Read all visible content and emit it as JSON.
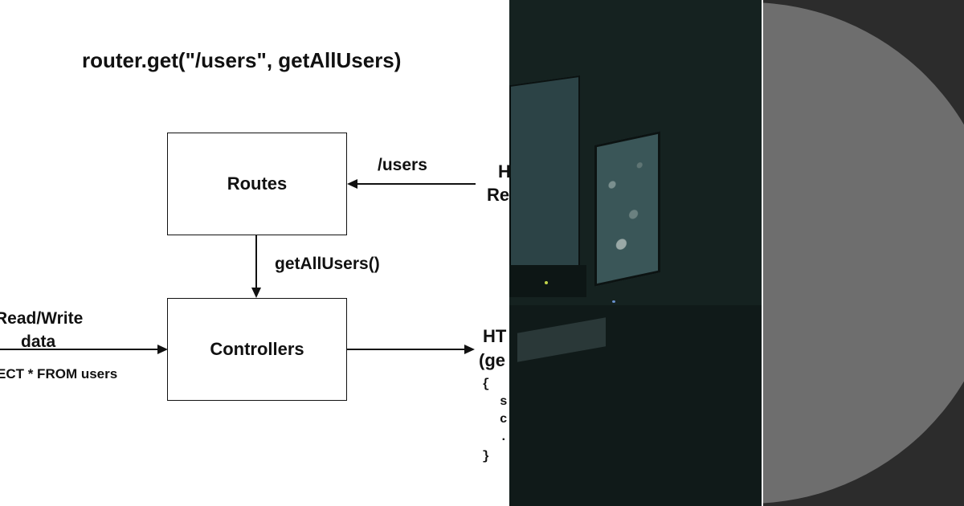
{
  "diagram": {
    "code_title": "router.get(\"/users\", getAllUsers)",
    "routes_label": "Routes",
    "controllers_label": "Controllers",
    "users_path_label": "/users",
    "get_all_users_label": "getAllUsers()",
    "http_request_label_line1": "H",
    "http_request_label_line2": "Re",
    "read_write_line1": "Read/Write",
    "read_write_line2": "data",
    "sql_label": "ECT * FROM users",
    "response_line1": "HT",
    "response_line2": "(ge",
    "json_open": "{",
    "json_line1": "s",
    "json_line2": "c",
    "json_line3": ".",
    "json_close": "}"
  },
  "colors": {
    "diagram_bg": "#ffffff",
    "ink": "#111111",
    "photo_bg": "#152220",
    "dark_panel": "#2c2c2c",
    "circle": "#6e6e6e"
  }
}
